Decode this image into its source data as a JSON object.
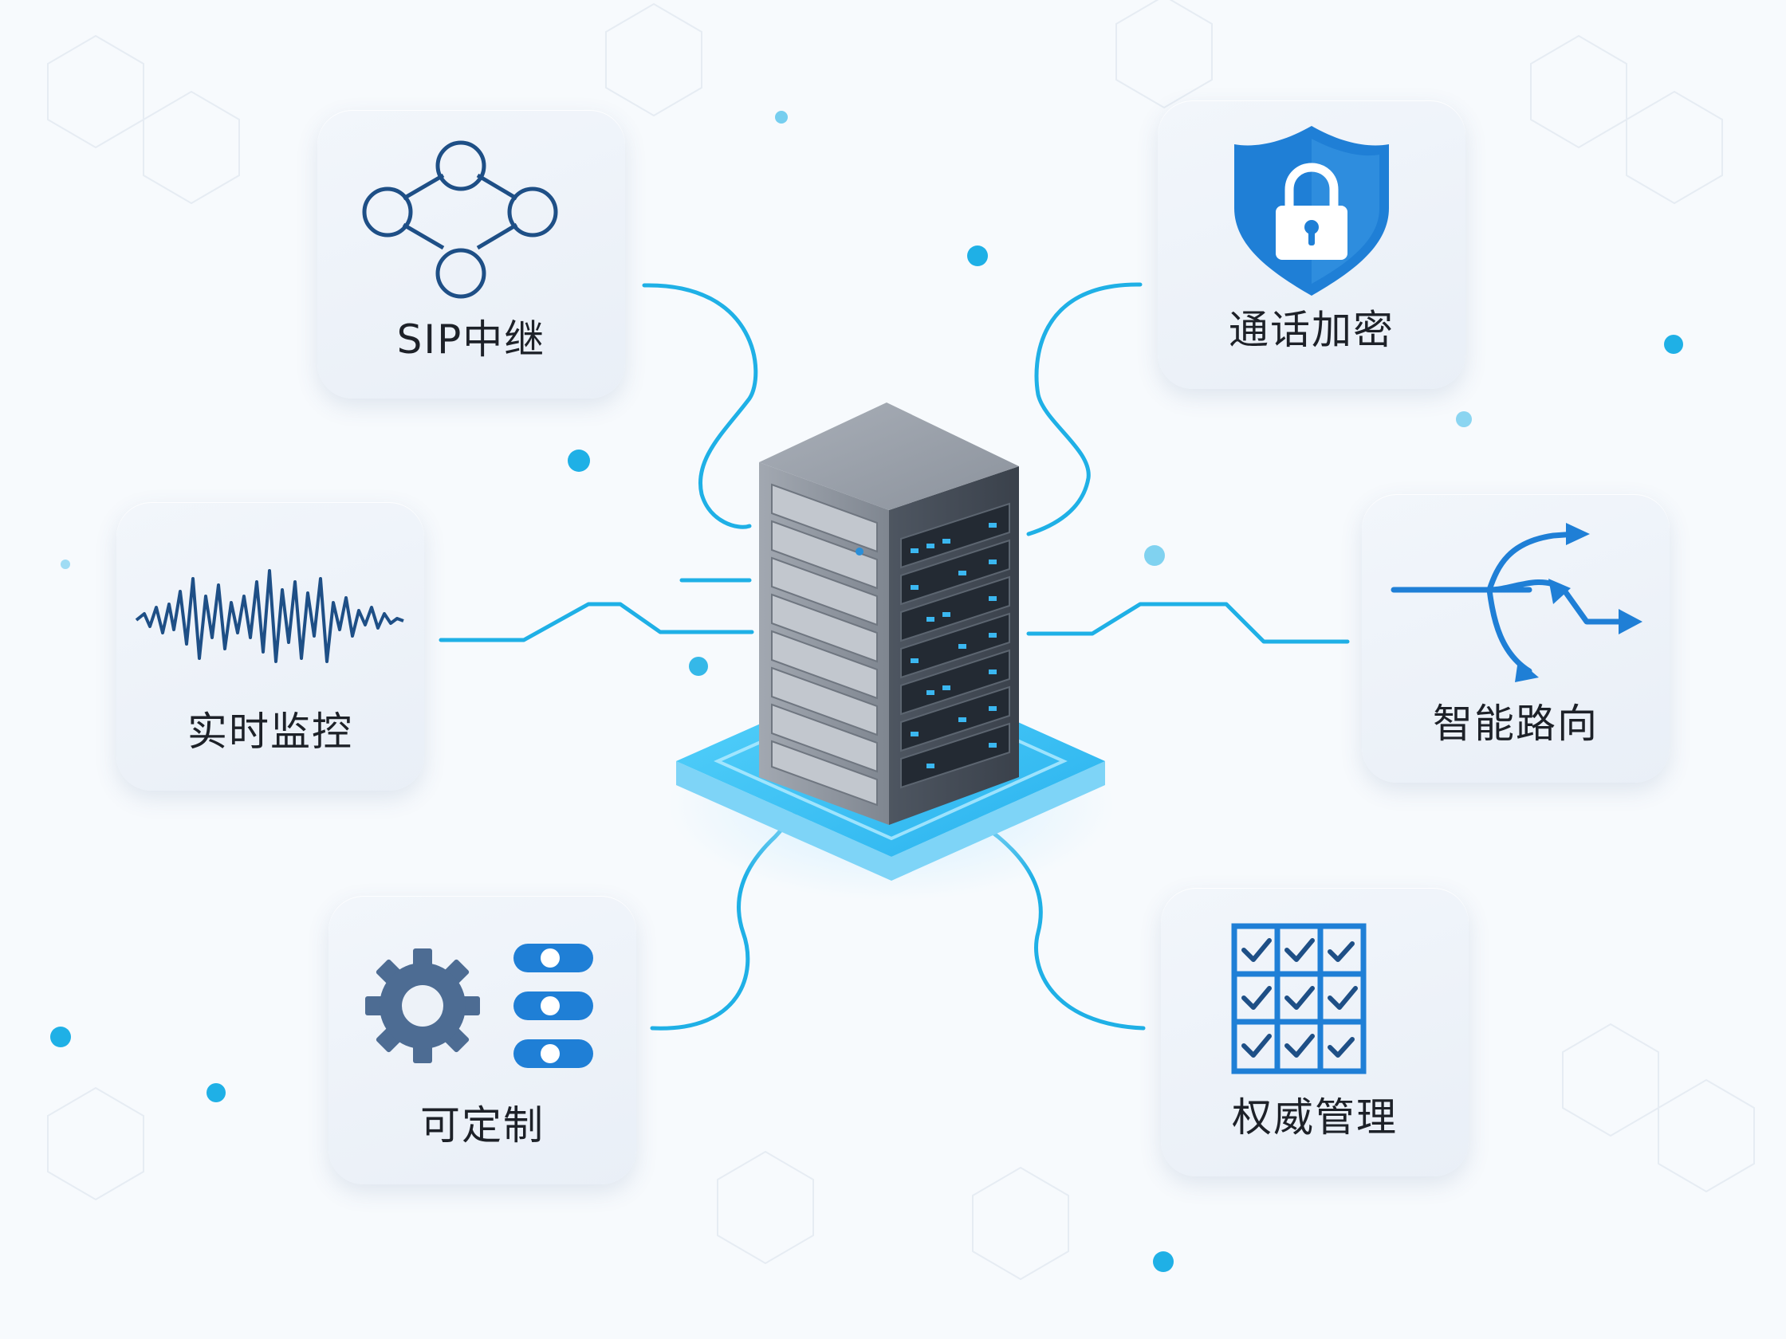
{
  "colors": {
    "background": "#f7fafd",
    "card": "#edf2f8",
    "connector": "#1fb0e6",
    "icon_dark_blue": "#1e4f86",
    "icon_blue": "#1f7fd6",
    "label": "#1d2128"
  },
  "center": {
    "icon": "server-rack-icon"
  },
  "features": [
    {
      "label": "SIP中继",
      "icon": "network-nodes-icon"
    },
    {
      "label": "通话加密",
      "icon": "shield-lock-icon"
    },
    {
      "label": "实时监控",
      "icon": "waveform-icon"
    },
    {
      "label": "智能路向",
      "icon": "branching-arrows-icon"
    },
    {
      "label": "可定制",
      "icon": "gear-toggles-icon"
    },
    {
      "label": "权威管理",
      "icon": "checkbox-grid-icon"
    }
  ]
}
